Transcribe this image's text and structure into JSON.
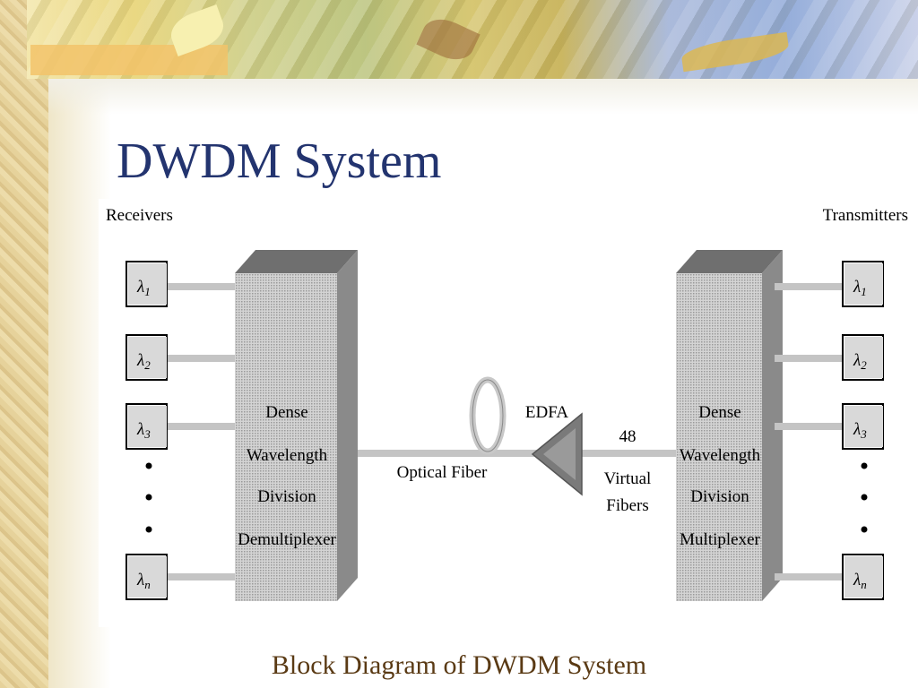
{
  "slide": {
    "title": "DWDM System",
    "caption": "Block Diagram of DWDM System"
  },
  "diagram": {
    "receivers_label": "Receivers",
    "transmitters_label": "Transmitters",
    "demux_lines": [
      "Dense",
      "Wavelength",
      "Division",
      "Demultiplexer"
    ],
    "mux_lines": [
      "Dense",
      "Wavelength",
      "Division",
      "Multiplexer"
    ],
    "fiber_label": "Optical Fiber",
    "amplifier_label": "EDFA",
    "virtual_count": "48",
    "virtual_lines": [
      "Virtual",
      "Fibers"
    ],
    "channels": [
      {
        "symbol": "λ",
        "sub": "1"
      },
      {
        "symbol": "λ",
        "sub": "2"
      },
      {
        "symbol": "λ",
        "sub": "3"
      },
      {
        "symbol": "λ",
        "sub": "n"
      }
    ]
  },
  "colors": {
    "title": "#23346f",
    "caption": "#5a3a14",
    "box_fill": "#bdbdbd",
    "box_top": "#6f6f6f",
    "box_side": "#8a8a8a"
  }
}
